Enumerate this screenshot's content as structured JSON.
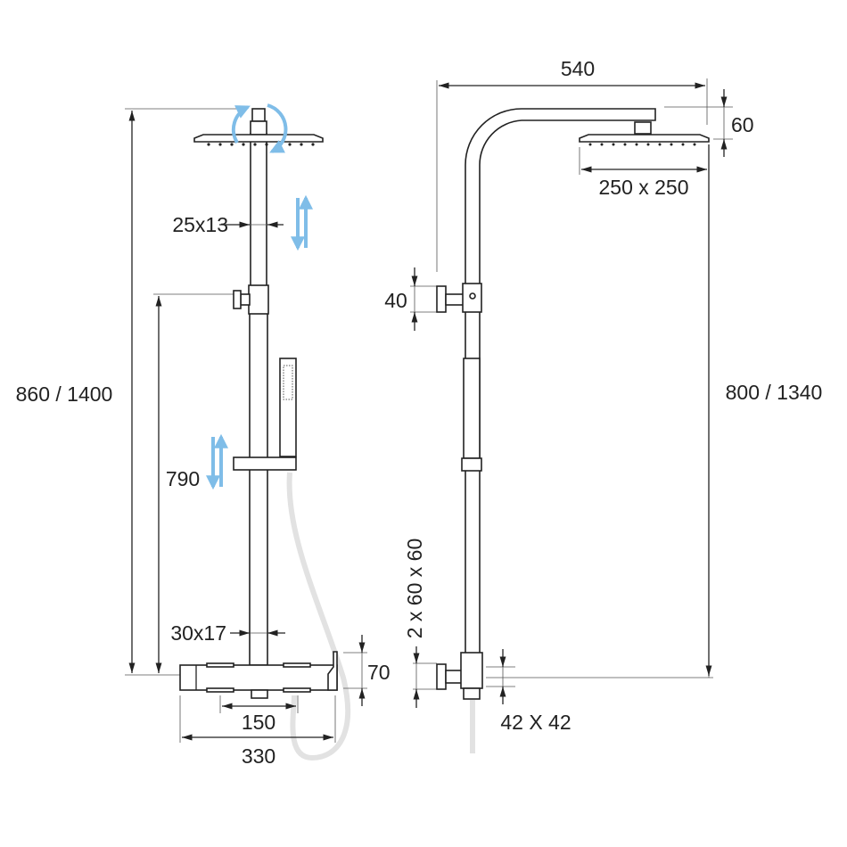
{
  "title": "Shower column technical drawing",
  "colors": {
    "line": "#222222",
    "accent_arrows": "#7fbde8",
    "hose": "#e0e0e0"
  },
  "left_view": {
    "total_height": "860 / 1400",
    "slider_height": "790",
    "upper_pipe": "25x13",
    "lower_pipe": "30x17",
    "mixer_height": "70",
    "mixer_centers": "150",
    "mixer_width": "330"
  },
  "right_view": {
    "arm_length": "540",
    "head_offset": "60",
    "head_size": "250 x 250",
    "height": "800 / 1340",
    "valve_size": "40",
    "bracket": "2 x 60 x 60",
    "connector": "42 X 42"
  }
}
